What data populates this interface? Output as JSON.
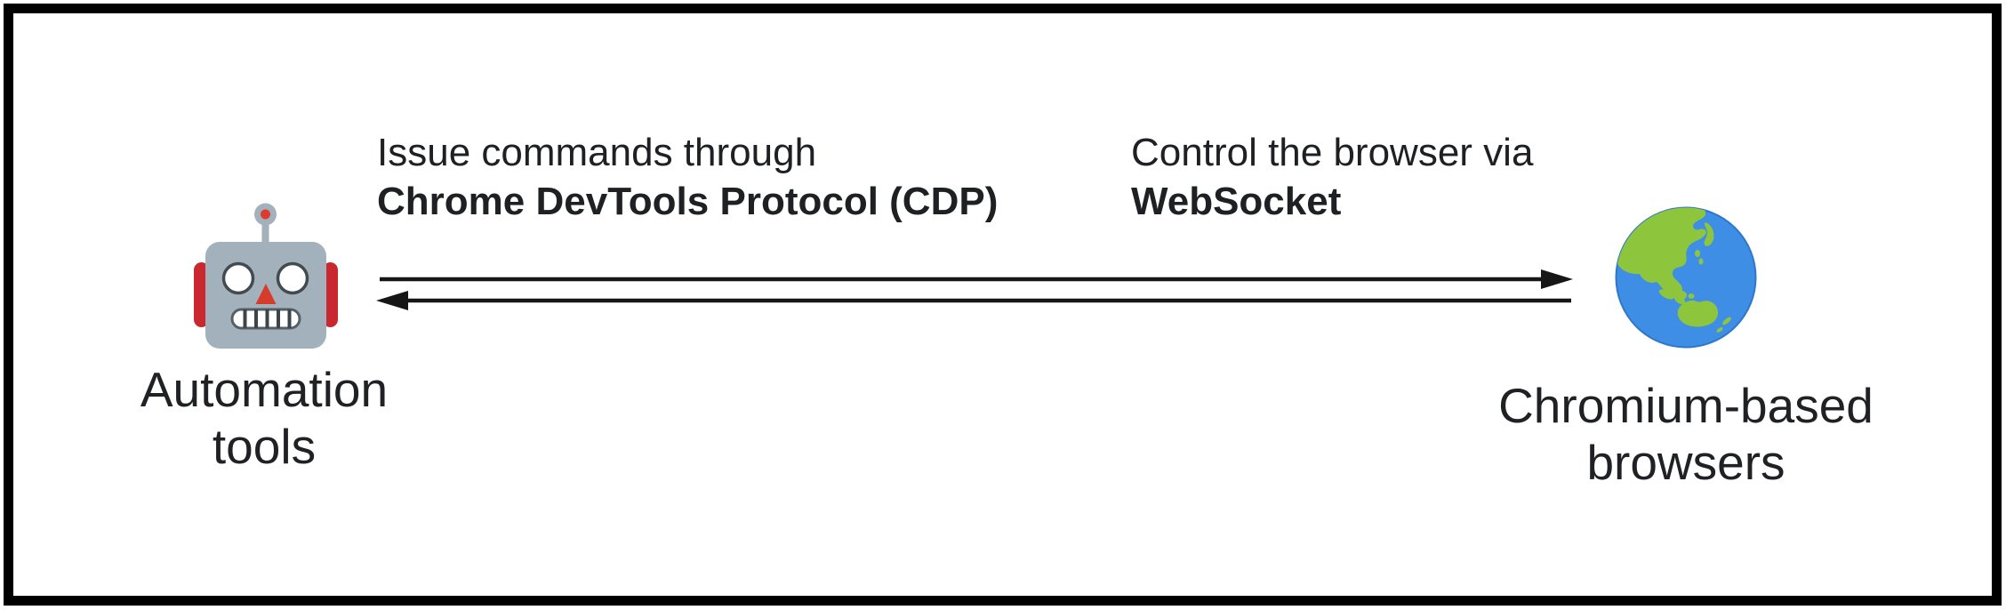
{
  "diagram": {
    "nodes": {
      "automation": {
        "icon": "robot-icon",
        "line1": "Automation",
        "line2": "tools"
      },
      "chromium": {
        "icon": "globe-icon",
        "line1": "Chromium-based",
        "line2": "browsers"
      }
    },
    "connection": {
      "forward_label": {
        "line1": "Issue commands through",
        "line2": "Chrome DevTools Protocol (CDP)"
      },
      "reverse_label": {
        "line1": "Control the browser via",
        "line2": "WebSocket"
      }
    },
    "colors": {
      "frame": "#000000",
      "background": "#ffffff",
      "text": "#202124",
      "arrow": "#161616",
      "robot_head": "#a2b1bb",
      "robot_red": "#c9292e",
      "globe_ocean": "#3e8ee6",
      "globe_land": "#8dc63d"
    }
  }
}
